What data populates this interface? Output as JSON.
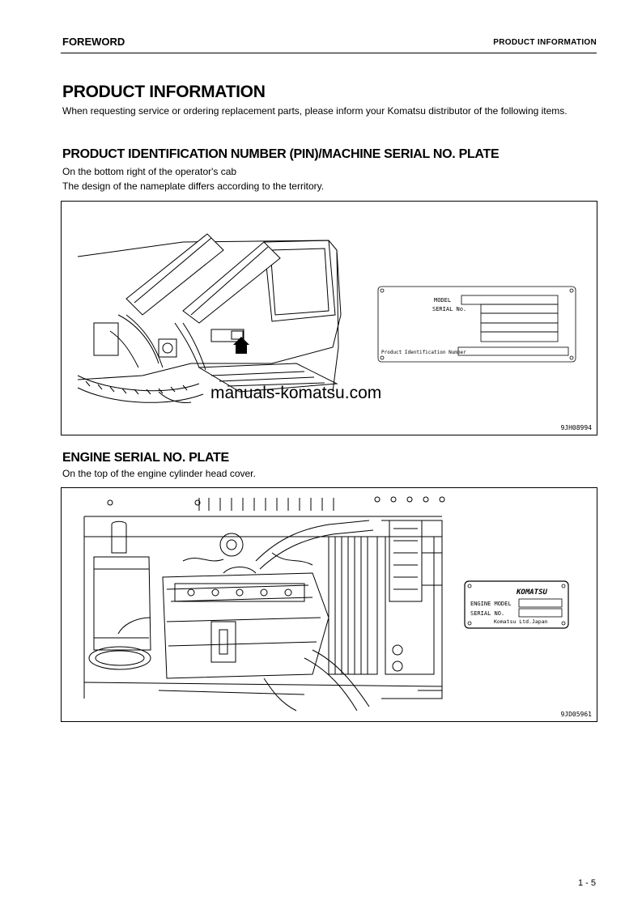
{
  "header": {
    "left": "FOREWORD",
    "right": "PRODUCT INFORMATION"
  },
  "title": "PRODUCT INFORMATION",
  "intro": "When requesting service or ordering replacement parts, please inform your Komatsu distributor of the following items.",
  "pin_section": {
    "heading": "PRODUCT IDENTIFICATION NUMBER (PIN)/MACHINE SERIAL NO. PLATE",
    "line1": "On the bottom right of the operator's cab",
    "line2": "The design of the nameplate differs according to the territory.",
    "plate": {
      "model": "MODEL",
      "serial": "SERIAL No.",
      "pin": "Product Identification Number"
    },
    "figure_code": "9JH08994"
  },
  "watermark": "manuals-komatsu.com",
  "engine_section": {
    "heading": "ENGINE SERIAL NO. PLATE",
    "line1": "On the top of the engine cylinder head cover.",
    "plate": {
      "brand": "KOMATSU",
      "engine_model": "ENGINE MODEL",
      "serial": "SERIAL NO.",
      "maker": "Komatsu Ltd.Japan"
    },
    "figure_code": "9JD05961"
  },
  "page_number": "1 - 5"
}
